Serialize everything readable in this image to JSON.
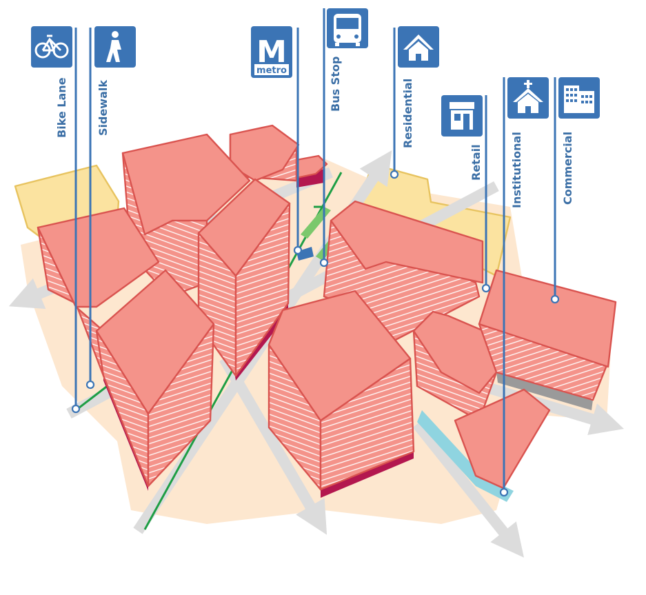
{
  "labels": {
    "bike_lane": "Bike Lane",
    "sidewalk": "Sidewalk",
    "metro": "metro",
    "metro_letter": "M",
    "bus_stop": "Bus Stop",
    "residential": "Residential",
    "retail": "Retail",
    "institutional": "Institutional",
    "commercial": "Commercial"
  },
  "icons": {
    "bike_lane": "bicycle-icon",
    "sidewalk": "pedestrian-icon",
    "metro": "metro-icon",
    "bus_stop": "bus-icon",
    "residential": "house-icon",
    "retail": "storefront-icon",
    "institutional": "church-icon",
    "commercial": "office-building-icon"
  },
  "colors": {
    "accent": "#3b74b5",
    "label_text": "#3a6ea5",
    "building": "#f4938a",
    "building_outline": "#d9534f",
    "building_base": "#b3174f",
    "residential": "#fbe3a0",
    "sidewalk": "#fde7cf",
    "road": "#dcdcdc",
    "bike_lane": "#1e9e45",
    "commercial_trim": "#8fd4e0"
  }
}
